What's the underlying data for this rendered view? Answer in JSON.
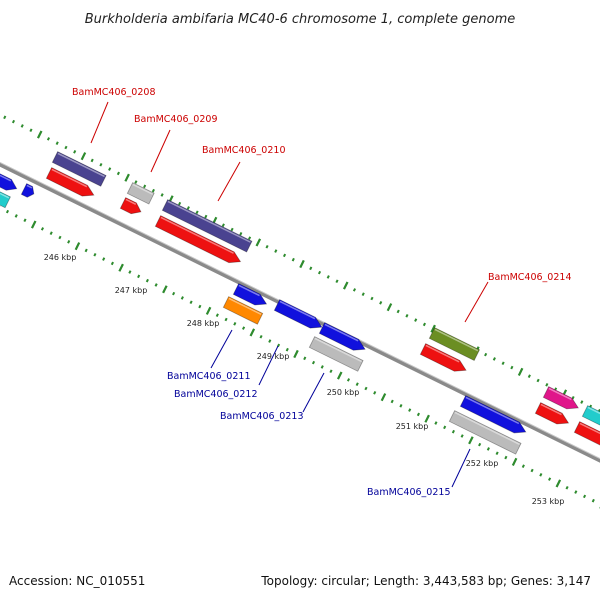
{
  "title": "Burkholderia ambifaria MC40-6 chromosome 1, complete genome",
  "footer": {
    "accession": "Accession: NC_010551",
    "stats": "Topology: circular; Length: 3,443,583 bp; Genes: 3,147"
  },
  "kbp_ticks": [
    "246 kbp",
    "247 kbp",
    "248 kbp",
    "249 kbp",
    "250 kbp",
    "251 kbp",
    "252 kbp",
    "253 kbp"
  ],
  "gene_labels": [
    {
      "id": "g0208",
      "text": "BamMC406_0208",
      "strand": "forward"
    },
    {
      "id": "g0209",
      "text": "BamMC406_0209",
      "strand": "forward"
    },
    {
      "id": "g0210",
      "text": "BamMC406_0210",
      "strand": "forward"
    },
    {
      "id": "g0214",
      "text": "BamMC406_0214",
      "strand": "forward"
    },
    {
      "id": "g0211",
      "text": "BamMC406_0211",
      "strand": "reverse"
    },
    {
      "id": "g0212",
      "text": "BamMC406_0212",
      "strand": "reverse"
    },
    {
      "id": "g0213",
      "text": "BamMC406_0213",
      "strand": "reverse"
    },
    {
      "id": "g0215",
      "text": "BamMC406_0215",
      "strand": "reverse"
    }
  ],
  "colors": {
    "forward_label": "#cc0000",
    "reverse_label": "#000099",
    "backbone": "#8a8a8a",
    "tick": "#2e8b2e",
    "purple": "#4a4390",
    "red": "#ee1111",
    "grey": "#bbbbbb",
    "blue": "#1111dd",
    "orange": "#ff8800",
    "olive": "#6b8e23",
    "magenta": "#e0168a",
    "cyan": "#22cccc"
  }
}
